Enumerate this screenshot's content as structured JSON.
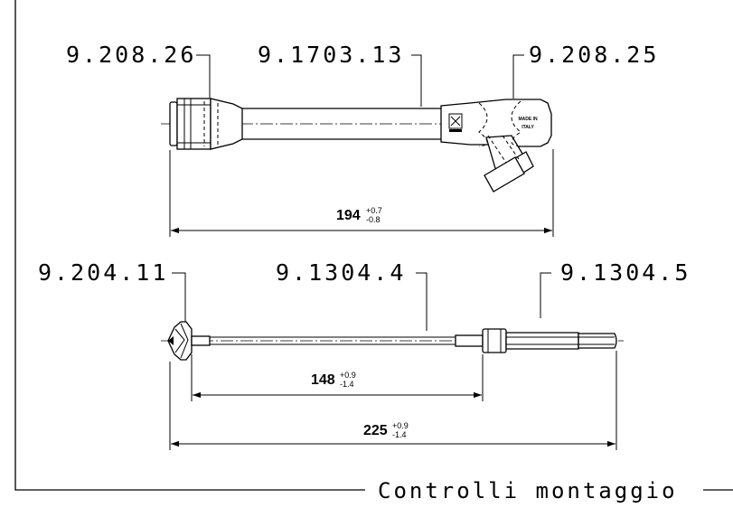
{
  "frame": {
    "title": "Controlli montaggio"
  },
  "assembly_top": {
    "part_left": "9.208.26",
    "part_middle": "9.1703.13",
    "part_right": "9.208.25",
    "marking_line1": "MADE IN",
    "marking_line2": "ITALY",
    "dimension": {
      "value": "194",
      "tol_plus": "+0.7",
      "tol_minus": "-0.8"
    }
  },
  "assembly_bottom": {
    "part_left": "9.204.11",
    "part_middle": "9.1304.4",
    "part_right": "9.1304.5",
    "dimension_inner": {
      "value": "148",
      "tol_plus": "+0.9",
      "tol_minus": "-1.4"
    },
    "dimension_overall": {
      "value": "225",
      "tol_plus": "+0.9",
      "tol_minus": "-1.4"
    }
  }
}
